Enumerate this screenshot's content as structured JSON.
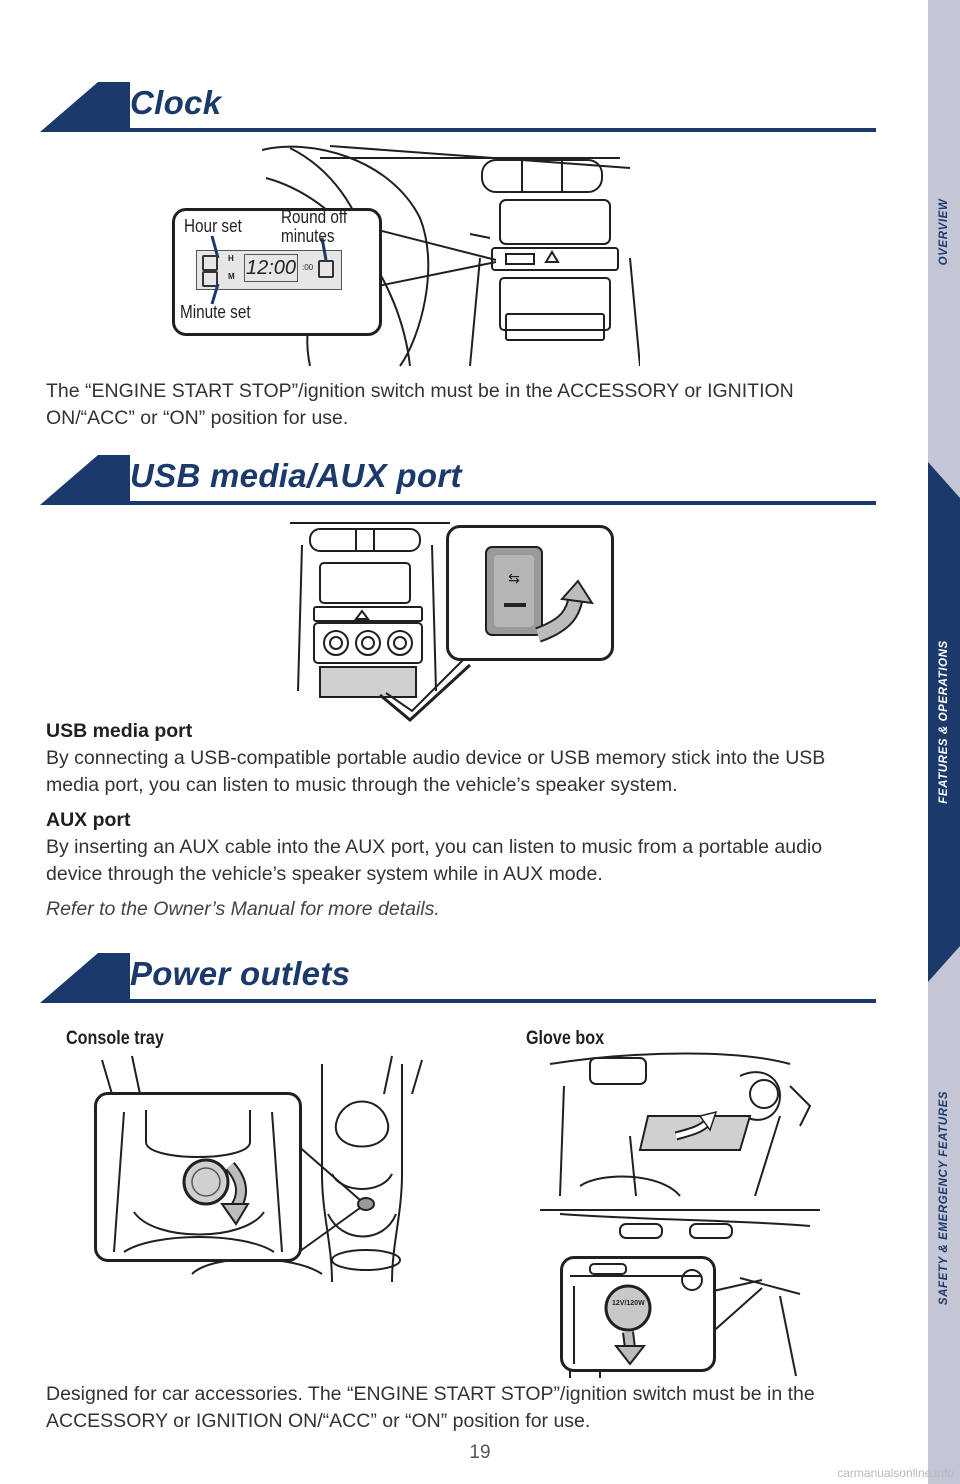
{
  "sections": {
    "clock": {
      "title": "Clock",
      "labels": {
        "hour_set": "Hour set",
        "round_off": "Round off",
        "minutes": "minutes",
        "minute_set": "Minute set"
      },
      "display": {
        "time": "12:00",
        "h": "H",
        "m": "M",
        "zero": ":00"
      },
      "body": "The “ENGINE START STOP”/ignition switch must be in the ACCESSORY or IGNITION ON/“ACC” or “ON” position for use."
    },
    "usb": {
      "title": "USB media/AUX port",
      "usb_heading": "USB media port",
      "usb_body": "By connecting a USB-compatible portable audio device or USB memory stick into the USB media port, you can listen to music through the vehicle’s speaker system.",
      "aux_heading": "AUX port",
      "aux_body": "By inserting an AUX cable into the AUX port, you can listen to music from a portable audio device through the vehicle’s speaker system while in AUX mode.",
      "note": "Refer to the Owner’s Manual for more details."
    },
    "power": {
      "title": "Power outlets",
      "console_label": "Console tray",
      "glove_label": "Glove box",
      "outlet_rating": "12V/120W",
      "body": "Designed for car accessories. The “ENGINE START STOP”/ignition switch must be in the ACCESSORY or IGNITION ON/“ACC” or “ON” position for use."
    }
  },
  "sidebar": {
    "overview": "OVERVIEW",
    "features": "FEATURES & OPERATIONS",
    "safety": "SAFETY & EMERGENCY FEATURES"
  },
  "page_number": "19",
  "watermark": "carmanualsonline.info",
  "colors": {
    "brand_navy": "#1b3a6b",
    "sidebar_gray": "#c4c6d6"
  }
}
